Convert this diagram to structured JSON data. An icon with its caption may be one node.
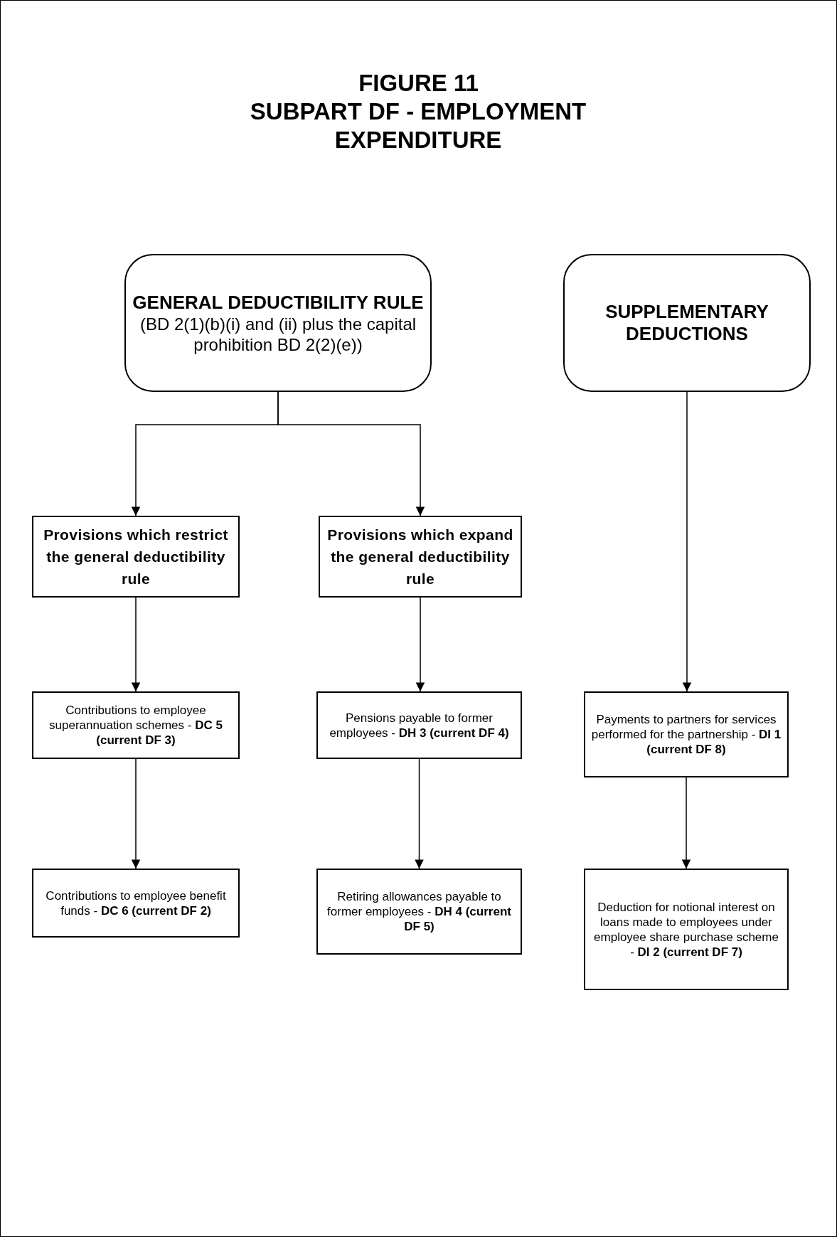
{
  "diagram": {
    "title": "SUBPART DF - EMPLOYMENT EXPENDITURE",
    "nodes": [
      {
        "text": [
          "GENERAL DEDUCTIBILITY RULE",
          "(BD 2(1)(b)(i) and (ii) plus the capital prohibition BD 2(2)(e))"
        ]
      },
      {
        "text": [
          "SUPPLEMENTARY DEDUCTIONS"
        ]
      },
      {
        "text": [
          "Provisions which restrict the general deductibility rule"
        ]
      },
      {
        "text": [
          "Provisions which expand the general deductibility rule"
        ]
      },
      {
        "text": [
          "Contributions to employee superannuation schemes - **DC 5 (current DF 3)**"
        ]
      },
      {
        "text": [
          "Pensions payable to former employees - **DH 3 (current DF 4)**"
        ]
      },
      {
        "text": [
          "Payments to partners for services performed for the partnership - **DI 1 (current DF 8)**"
        ]
      },
      {
        "text": [
          "Contributions to employee benefit funds - **DC 6 (current DF 2)**"
        ]
      },
      {
        "text": [
          "Retiring allowances payable to former employees - **DH 4 (current DF 5)**"
        ]
      },
      {
        "text": [
          "Deduction for notional interest on loans made to employees under employee share purchase scheme - **DI 2 (current DF 7)**"
        ]
      }
    ],
    "edges": [
      {
        "from": 0,
        "to": 2,
        "arrow": "to"
      },
      {
        "from": 0,
        "to": 3,
        "arrow": "to"
      },
      {
        "from": 1,
        "to": 6,
        "arrow": "to"
      },
      {
        "from": 2,
        "to": 4,
        "arrow": "to"
      },
      {
        "from": 4,
        "to": 7,
        "arrow": "to"
      },
      {
        "from": 3,
        "to": 5,
        "arrow": "to"
      },
      {
        "from": 5,
        "to": 8,
        "arrow": "to"
      },
      {
        "from": 6,
        "to": 9,
        "arrow": "to"
      }
    ],
    "labels": [
      "FIGURE 11"
    ]
  }
}
